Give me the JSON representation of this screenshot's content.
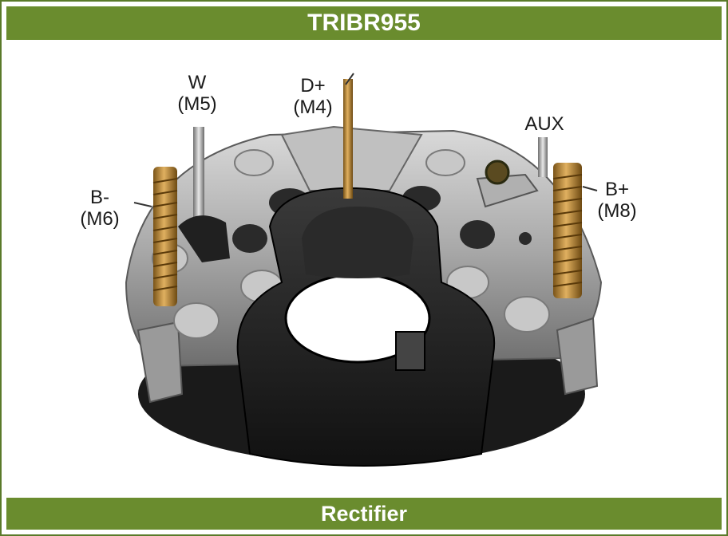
{
  "header": {
    "title": "TRIBR955"
  },
  "footer": {
    "caption": "Rectifier"
  },
  "terminals": {
    "w": {
      "name": "W",
      "size": "(M5)"
    },
    "d_plus": {
      "name": "D+",
      "size": "(M4)"
    },
    "aux": {
      "name": "AUX"
    },
    "b_minus": {
      "name": "B-",
      "size": "(M6)"
    },
    "b_plus": {
      "name": "B+",
      "size": "(M8)"
    }
  },
  "colors": {
    "header_bg": "#6a8c2e",
    "body_plastic": "#1e1e1e",
    "metal_plate": "#b8b8b8",
    "copper_stud": "#b8893a"
  }
}
